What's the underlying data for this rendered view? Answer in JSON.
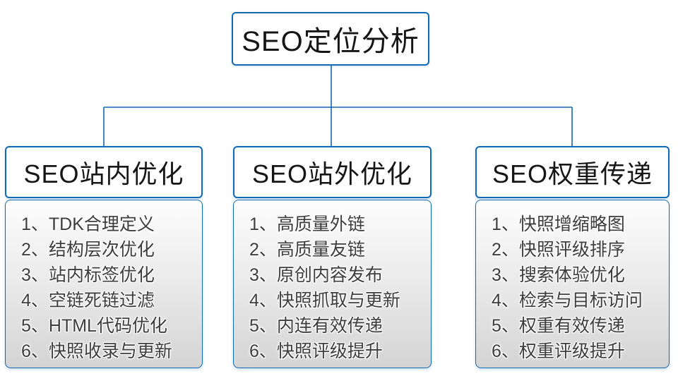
{
  "page": {
    "background": "#ffffff",
    "accent_color": "#1269b5",
    "panel_gradient_top": "#fdfdfd",
    "panel_gradient_bottom": "#d4d4d4"
  },
  "root": {
    "title": "SEO定位分析"
  },
  "branches": [
    {
      "title": "SEO站内优化",
      "items": [
        "1、TDK合理定义",
        "2、结构层次优化",
        "3、站内标签优化",
        "4、空链死链过滤",
        "5、HTML代码优化",
        "6、快照收录与更新"
      ]
    },
    {
      "title": "SEO站外优化",
      "items": [
        "1、高质量外链",
        "2、高质量友链",
        "3、原创内容发布",
        "4、快照抓取与更新",
        "5、内连有效传递",
        "6、快照评级提升"
      ]
    },
    {
      "title": "SEO权重传递",
      "items": [
        "1、快照增缩略图",
        "2、快照评级排序",
        "3、搜索体验优化",
        "4、检索与目标访问",
        "5、权重有效传递",
        "6、权重评级提升"
      ]
    }
  ]
}
